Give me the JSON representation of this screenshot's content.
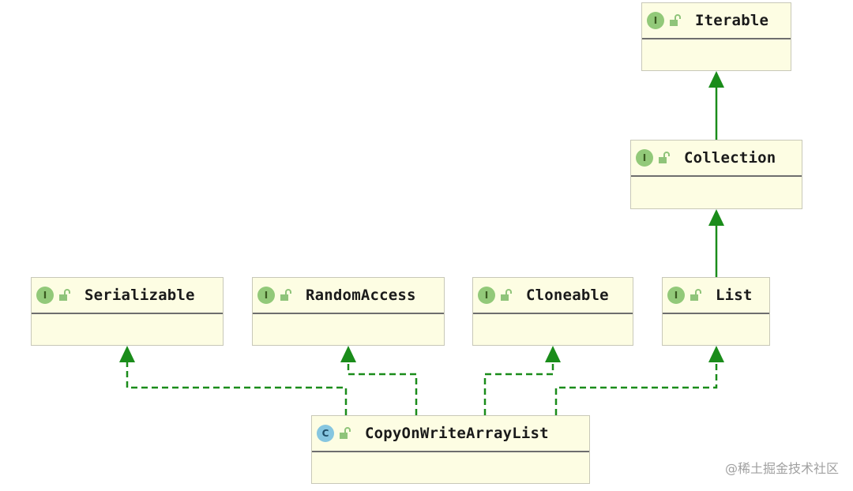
{
  "nodes": {
    "iterable": {
      "name": "Iterable",
      "kind": "I"
    },
    "collection": {
      "name": "Collection",
      "kind": "I"
    },
    "serializable": {
      "name": "Serializable",
      "kind": "I"
    },
    "random_access": {
      "name": "RandomAccess",
      "kind": "I"
    },
    "cloneable": {
      "name": "Cloneable",
      "kind": "I"
    },
    "list": {
      "name": "List",
      "kind": "I"
    },
    "cowal": {
      "name": "CopyOnWriteArrayList",
      "kind": "C"
    }
  },
  "edges": [
    {
      "from": "Collection",
      "to": "Iterable",
      "style": "extends"
    },
    {
      "from": "List",
      "to": "Collection",
      "style": "extends"
    },
    {
      "from": "CopyOnWriteArrayList",
      "to": "Serializable",
      "style": "implements"
    },
    {
      "from": "CopyOnWriteArrayList",
      "to": "RandomAccess",
      "style": "implements"
    },
    {
      "from": "CopyOnWriteArrayList",
      "to": "Cloneable",
      "style": "implements"
    },
    {
      "from": "CopyOnWriteArrayList",
      "to": "List",
      "style": "implements"
    }
  ],
  "colors": {
    "edge": "#1a8c1a",
    "node_fill": "#fdfde3",
    "interface_badge": "#92c979",
    "class_badge": "#86c6e0"
  },
  "watermark": "@稀土掘金技术社区"
}
